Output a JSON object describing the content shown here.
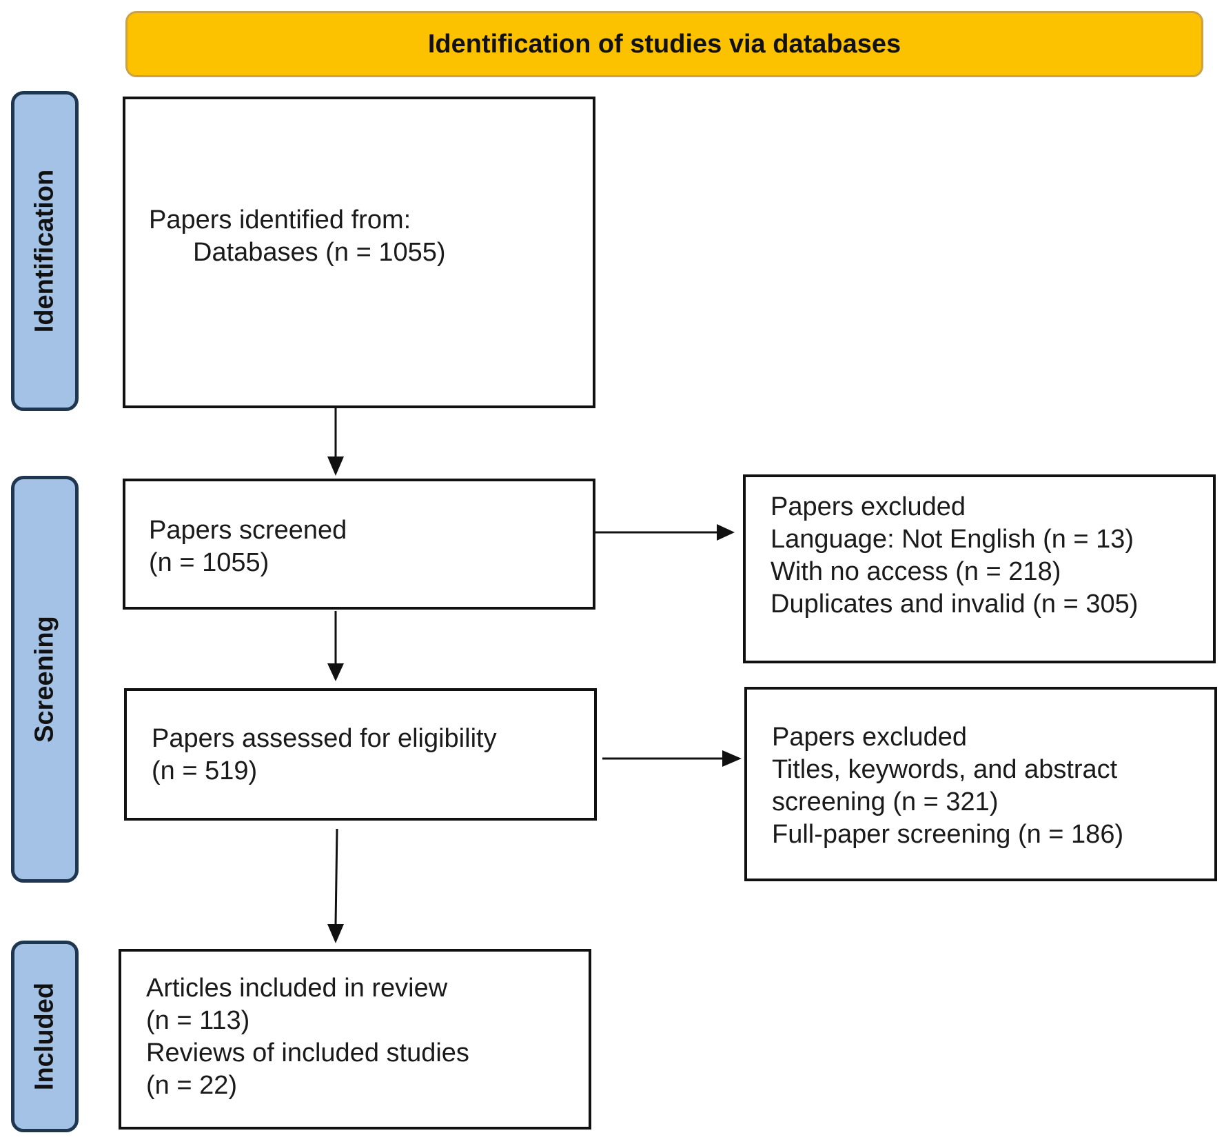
{
  "header": {
    "title": "Identification of studies via databases"
  },
  "stages": {
    "identification": "Identification",
    "screening": "Screening",
    "included": "Included"
  },
  "boxes": {
    "identified": {
      "line1": "Papers identified from:",
      "line2": "Databases (n = 1055)"
    },
    "screened": {
      "line1": "Papers screened",
      "line2": "(n = 1055)"
    },
    "excluded_1": {
      "line1": "Papers excluded",
      "line2": "Language: Not English (n = 13)",
      "line3": "With no access (n = 218)",
      "line4": "Duplicates and invalid (n = 305)"
    },
    "eligibility": {
      "line1": "Papers assessed for eligibility",
      "line2": "(n = 519)"
    },
    "excluded_2": {
      "line1": "Papers excluded",
      "line2": "Titles, keywords, and abstract",
      "line3": "screening (n = 321)",
      "line4": "Full-paper screening (n = 186)"
    },
    "included": {
      "line1": "Articles included in review",
      "line2": "(n = 113)",
      "line3": "Reviews of included studies",
      "line4": "(n = 22)"
    }
  },
  "colors": {
    "header_fill": "#fcc200",
    "stage_fill": "#a3c2e6",
    "stage_border": "#1f3650",
    "box_border": "#111111"
  }
}
